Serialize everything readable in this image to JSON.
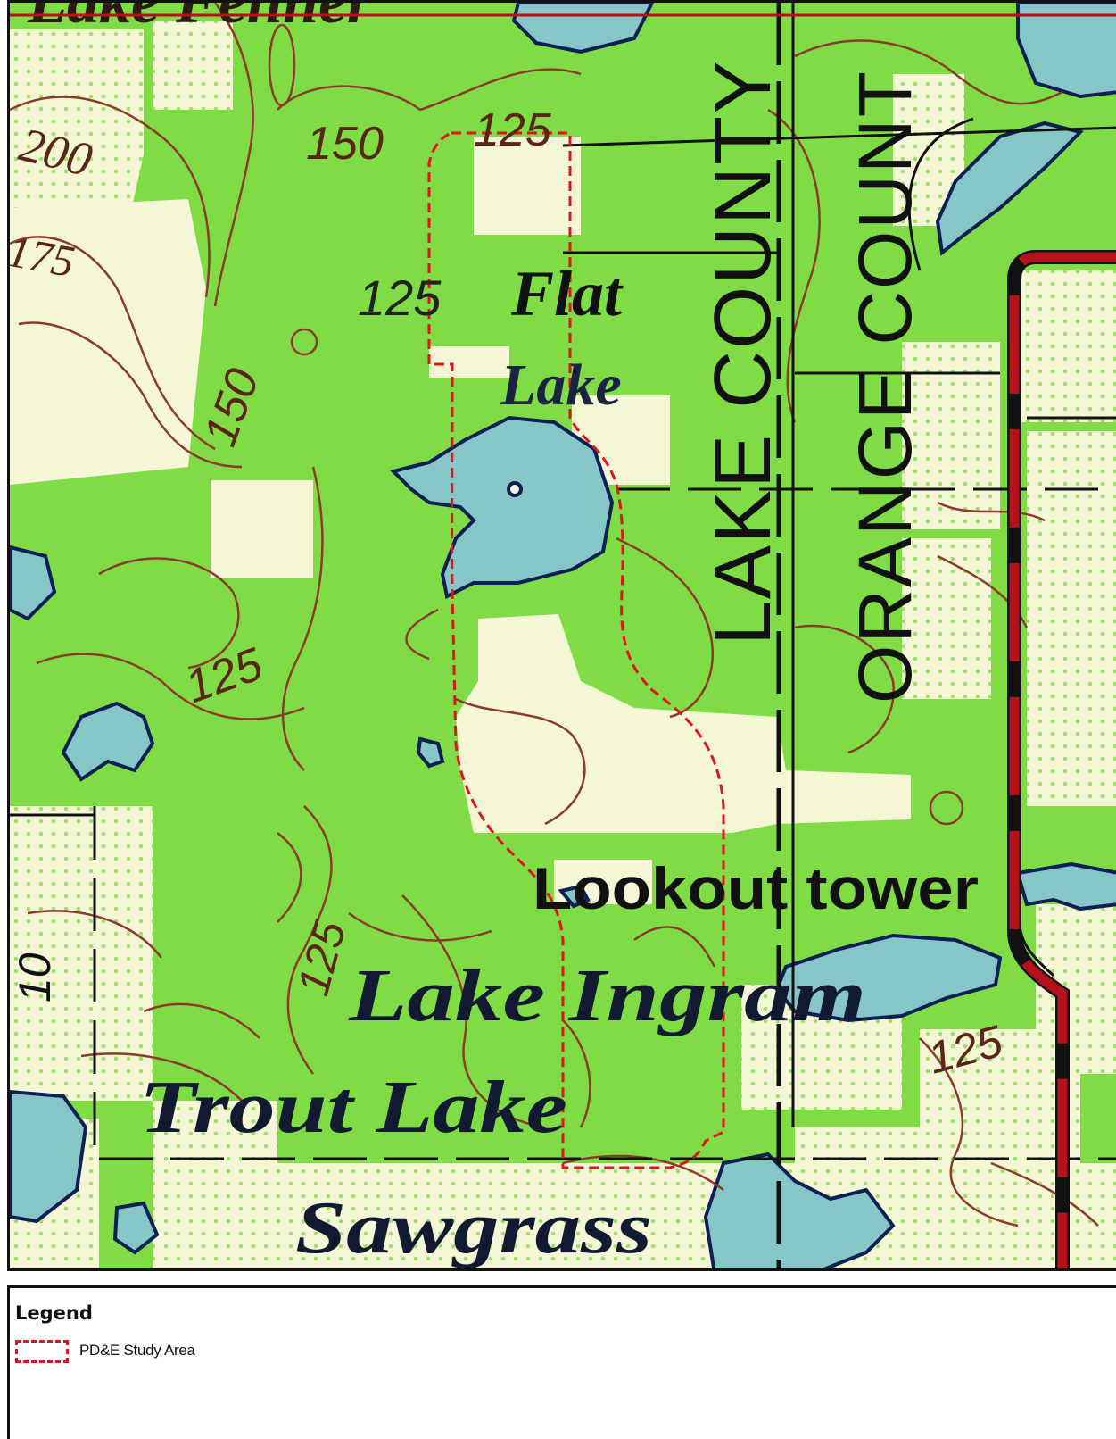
{
  "map": {
    "labels": {
      "lake_fenner": "Lake Fenner",
      "flat": "Flat",
      "lake_word": "Lake",
      "lake_county": "LAKE COUNTY",
      "orange_county": "ORANGE COUNT",
      "lookout_tower": "Lookout tower",
      "lake_ingram": "Lake Ingram",
      "trout_lake": "Trout Lake",
      "sawgrass": "Sawgrass"
    },
    "contours": {
      "c200": "200",
      "c175": "175",
      "c150a": "150",
      "c125a": "125",
      "c125b": "125",
      "c150b": "150",
      "c125c": "125",
      "c125d": "125",
      "c125e": "125",
      "c10": "10"
    },
    "colors": {
      "forest": "#7fdc44",
      "clearing": "#f4f6d6",
      "water": "#86c6c6",
      "water_outline": "#0d1f55",
      "contour": "#8a3b2a",
      "boundary": "#111111",
      "road": "#b5121b",
      "study_area": "#e0141a"
    }
  },
  "legend": {
    "title": "Legend",
    "items": [
      {
        "label": "PD&E Study Area",
        "symbol": "red-dashed-outline"
      }
    ]
  }
}
